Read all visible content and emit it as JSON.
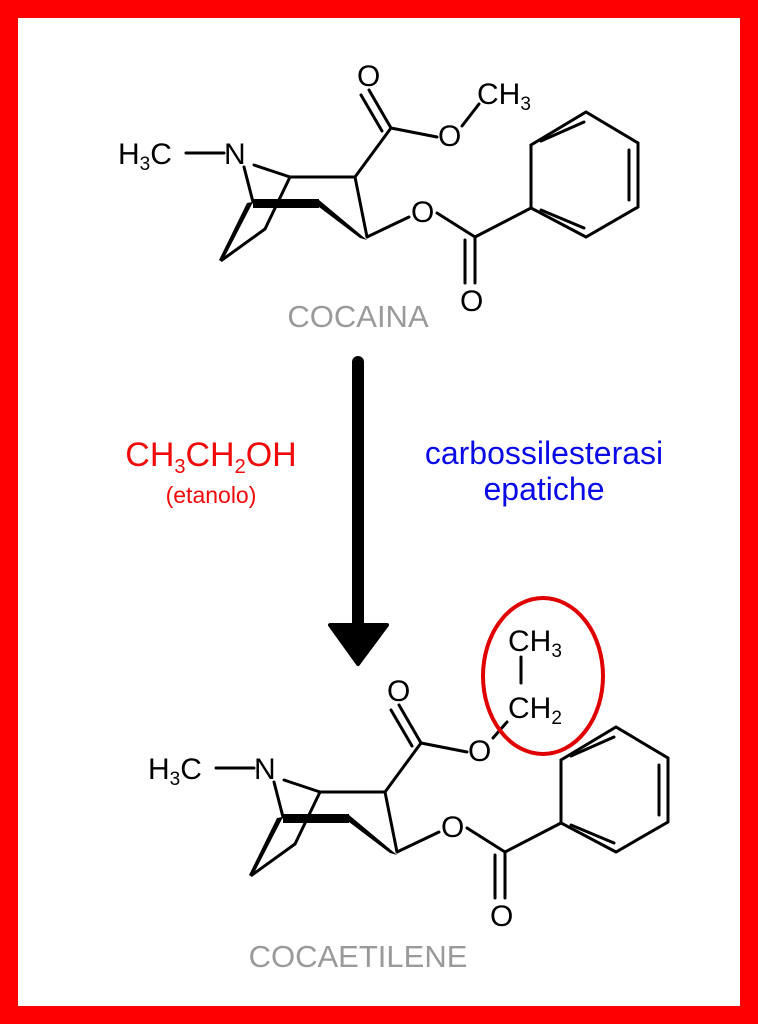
{
  "colors": {
    "border": "#ff0000",
    "reagent": "#f00a0a",
    "enzyme": "#0a0ae6",
    "name": "#9a9a9a",
    "highlight": "#e00000"
  },
  "reactant": {
    "name": "COCAINA",
    "labels": {
      "n_methyl": "H",
      "n_methyl_sub": "3",
      "n_methyl_c": "C",
      "nitrogen": "N",
      "carbonyl_o": "O",
      "ester_o": "O",
      "methyl": "CH",
      "methyl_sub": "3",
      "benzoyl_o": "O",
      "benzoyl_carbonyl_o": "O"
    }
  },
  "reagent": {
    "formula_parts": [
      "CH",
      "3",
      "CH",
      "2",
      "OH"
    ],
    "name": "(etanolo)"
  },
  "enzyme": {
    "line1": "carbossilesterasi",
    "line2": "epatiche"
  },
  "product": {
    "name": "COCAETILENE",
    "labels": {
      "n_methyl": "H",
      "n_methyl_sub": "3",
      "n_methyl_c": "C",
      "nitrogen": "N",
      "carbonyl_o": "O",
      "ester_o": "O",
      "ethyl_ch3": "CH",
      "ethyl_ch3_sub": "3",
      "ethyl_ch2": "CH",
      "ethyl_ch2_sub": "2",
      "benzoyl_o": "O",
      "benzoyl_carbonyl_o": "O"
    }
  }
}
